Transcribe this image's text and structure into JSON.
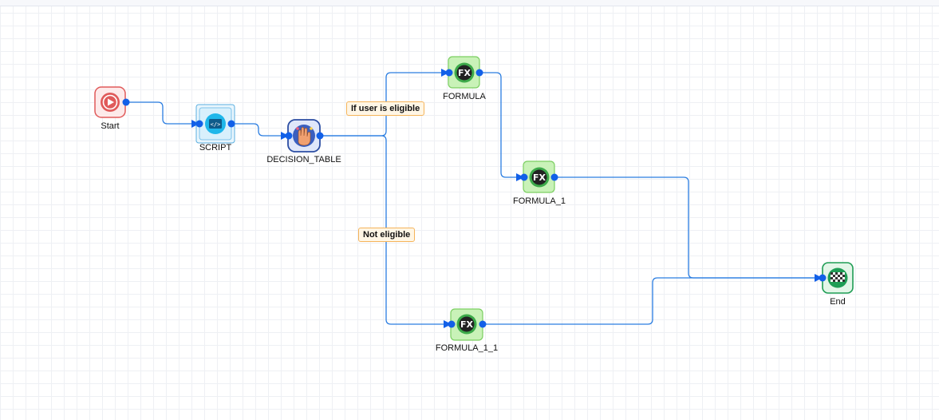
{
  "nodes": {
    "start": {
      "label": "Start",
      "icon": "play-icon"
    },
    "script": {
      "label": "SCRIPT",
      "icon": "script-icon"
    },
    "decision_table": {
      "label": "DECISION_TABLE",
      "icon": "decision-table-icon"
    },
    "formula": {
      "label": "FORMULA",
      "icon": "formula-fx-icon",
      "glyph": "FX"
    },
    "formula_1": {
      "label": "FORMULA_1",
      "icon": "formula-fx-icon",
      "glyph": "FX"
    },
    "formula_1_1": {
      "label": "FORMULA_1_1",
      "icon": "formula-fx-icon",
      "glyph": "FX"
    },
    "end": {
      "label": "End",
      "icon": "checkered-flag-icon"
    }
  },
  "edges": [
    {
      "from": "Start",
      "to": "SCRIPT",
      "label": ""
    },
    {
      "from": "SCRIPT",
      "to": "DECISION_TABLE",
      "label": ""
    },
    {
      "from": "DECISION_TABLE",
      "to": "FORMULA",
      "label": "If user is eligible"
    },
    {
      "from": "DECISION_TABLE",
      "to": "FORMULA_1_1",
      "label": "Not eligible"
    },
    {
      "from": "FORMULA",
      "to": "FORMULA_1",
      "label": ""
    },
    {
      "from": "FORMULA_1",
      "to": "End",
      "label": ""
    },
    {
      "from": "FORMULA_1_1",
      "to": "End",
      "label": ""
    }
  ],
  "colors": {
    "edge": "#2a7de1",
    "port": "#1260e8",
    "start": "#e05a5a",
    "script": "#1fb7ea",
    "decision": "#2c4ea3",
    "formula_bg": "#c9f2b8",
    "formula_border": "#7ccf62",
    "end": "#1f9d55",
    "label_bg": "#fff6e5",
    "label_border": "#f5b45a"
  }
}
